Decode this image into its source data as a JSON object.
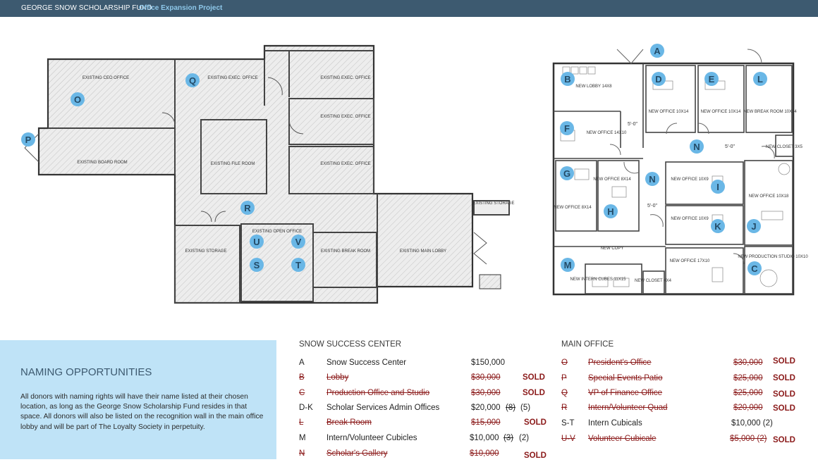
{
  "header": {
    "org": "GEORGE SNOW SCHOLARSHIP FUND",
    "project": "Office Expansion Project"
  },
  "left_plan": {
    "rooms": [
      "EXISTING CEO OFFICE",
      "EXISTING EXEC. OFFICE",
      "EXISTING EXEC. OFFICE",
      "EXISTING EXEC. OFFICE",
      "EXISTING BOARD ROOM",
      "EXISTING FILE ROOM",
      "EXISTING EXEC. OFFICE",
      "EXISTING STORAGE",
      "EXISTING STORAGE",
      "EXISTING OPEN OFFICE",
      "EXISTING BREAK ROOM",
      "EXISTING MAIN LOBBY"
    ],
    "bubbles": [
      "O",
      "Q",
      "P",
      "R",
      "U",
      "V",
      "S",
      "T"
    ]
  },
  "right_plan": {
    "rooms": [
      "NEW LOBBY 14X8",
      "NEW OFFICE 10X14",
      "NEW OFFICE 10X14",
      "NEW BREAK ROOM 10X14",
      "NEW OFFICE 14X10",
      "NEW CLOSET 3X5",
      "NEW OFFICE 8X14",
      "NEW OFFICE 8X14",
      "NEW OFFICE 10X9",
      "NEW OFFICE 10X9",
      "NEW OFFICE 10X18",
      "NEW COPY",
      "NEW PRODUCTION STUDIO 10X10",
      "NEW OFFICE 17X10",
      "NEW CLOSET 4X4",
      "NEW INTERN CUBES 11X15"
    ],
    "dims": [
      "5'-0\"",
      "5'-0\"",
      "5'-0\""
    ],
    "bubbles": [
      "A",
      "B",
      "D",
      "E",
      "L",
      "F",
      "N",
      "G",
      "N",
      "I",
      "H",
      "K",
      "J",
      "M",
      "C"
    ]
  },
  "naming": {
    "title": "NAMING OPPORTUNITIES",
    "body": "All donors with naming rights will have their name listed at their chosen location, as long as the George Snow Scholarship Fund resides in that space. All donors will also be listed on the recognition wall in the main office lobby and will be part of The Loyalty Society in perpetuity."
  },
  "snow_success_center": {
    "title": "SNOW SUCCESS CENTER",
    "rows": [
      {
        "code": "A",
        "name": "Snow Success Center",
        "price": "$150,000",
        "extra": "",
        "sold": "",
        "struck": false
      },
      {
        "code": "B",
        "name": "Lobby",
        "price": "$30,000",
        "extra": "",
        "sold": "SOLD",
        "struck": true
      },
      {
        "code": "C",
        "name": "Production Office and Studio",
        "price": "$30,000",
        "extra": "",
        "sold": "SOLD",
        "struck": true
      },
      {
        "code": "D-K",
        "name": "Scholar Services Admin Offices",
        "price": "$20,000",
        "extra": "(8)",
        "extra2": "(5)",
        "sold": "",
        "struck": false
      },
      {
        "code": "L",
        "name": "Break Room",
        "price": "$15,000",
        "extra": "",
        "sold": "SOLD",
        "struck": true
      },
      {
        "code": "M",
        "name": "Intern/Volunteer Cubicles",
        "price": "$10,000",
        "extra": "(3)",
        "extra2": "(2)",
        "sold": "",
        "struck": false
      },
      {
        "code": "N",
        "name": "Scholar's Gallery",
        "price": "$10,000",
        "extra": "",
        "sold": "SOLD",
        "struck": true
      }
    ]
  },
  "main_office": {
    "title": "MAIN OFFICE",
    "rows": [
      {
        "code": "O",
        "name": "President's Office",
        "price": "$30,000",
        "sold": "SOLD",
        "struck": true
      },
      {
        "code": "P",
        "name": "Special Events Patio",
        "price": "$25,000",
        "sold": "SOLD",
        "struck": true
      },
      {
        "code": "Q",
        "name": "VP of Finance Office",
        "price": "$25,000",
        "sold": "SOLD",
        "struck": true
      },
      {
        "code": "R",
        "name": "Intern/Volunteer Quad",
        "price": "$20,000",
        "sold": "SOLD",
        "struck": true
      },
      {
        "code": "S-T",
        "name": "Intern Cubicals",
        "price": "$10,000 (2)",
        "sold": "",
        "struck": false
      },
      {
        "code": "U-V",
        "name": "Volunteer Cubicale",
        "price": "$5,000 (2)",
        "sold": "SOLD",
        "struck": true
      }
    ]
  },
  "colors": {
    "header_bg": "#3d5a70",
    "accent_blue": "#8ec8ea",
    "bubble": "#6ab7e6",
    "panel_bg": "#bfe3f7",
    "sold_red": "#8b1a1a"
  }
}
